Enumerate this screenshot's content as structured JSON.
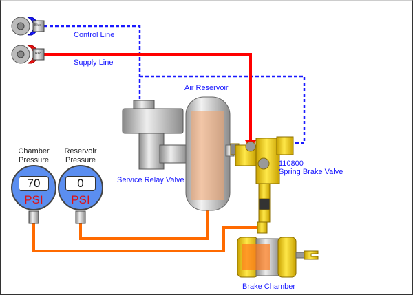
{
  "colors": {
    "control_line": "#1a1aff",
    "supply_line": "#ff0000",
    "chamber_line": "#ff6a00",
    "valve": "#f5d020",
    "gauge": "#5b8ef0"
  },
  "gladhands": {
    "control_tag": "Blue",
    "supply_tag": "Red"
  },
  "labels": {
    "control_line": "Control Line",
    "supply_line": "Supply Line",
    "air_reservoir": "Air Reservoir",
    "service_relay_valve": "Service Relay Valve",
    "spring_brake_part": "110800",
    "spring_brake_valve": "Spring Brake Valve",
    "brake_chamber": "Brake Chamber"
  },
  "gauges": [
    {
      "title_line1": "Chamber",
      "title_line2": "Pressure",
      "value": "70",
      "unit": "PSI"
    },
    {
      "title_line1": "Reservoir",
      "title_line2": "Pressure",
      "value": "0",
      "unit": "PSI"
    }
  ]
}
